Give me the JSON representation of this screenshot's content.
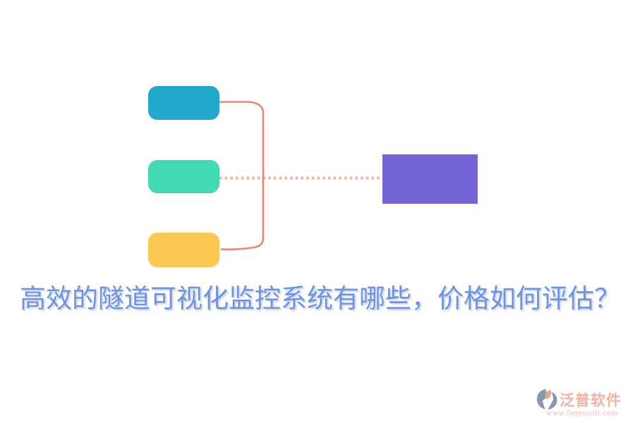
{
  "headline": {
    "text": "高效的隧道可视化监控系统有哪些，价格如何评估？",
    "color": "#6b93e8"
  },
  "diagram": {
    "boxes": [
      {
        "name": "top-item-box",
        "color": "#22a7cd"
      },
      {
        "name": "middle-item-box",
        "color": "#41dab4"
      },
      {
        "name": "bottom-item-box",
        "color": "#fbc851"
      }
    ],
    "target_box": {
      "color": "#7464d8"
    },
    "connector": {
      "bracket_color": "#f0846f",
      "dotted_color": "#f5a28d"
    }
  },
  "watermark": {
    "brand": "泛普软件",
    "url": "www.fanpusoft.com",
    "text_color": "#f0b3a3",
    "url_color": "#f3beb2",
    "icon_primary": "#8a97ac",
    "icon_accent": "#e8a68f"
  }
}
